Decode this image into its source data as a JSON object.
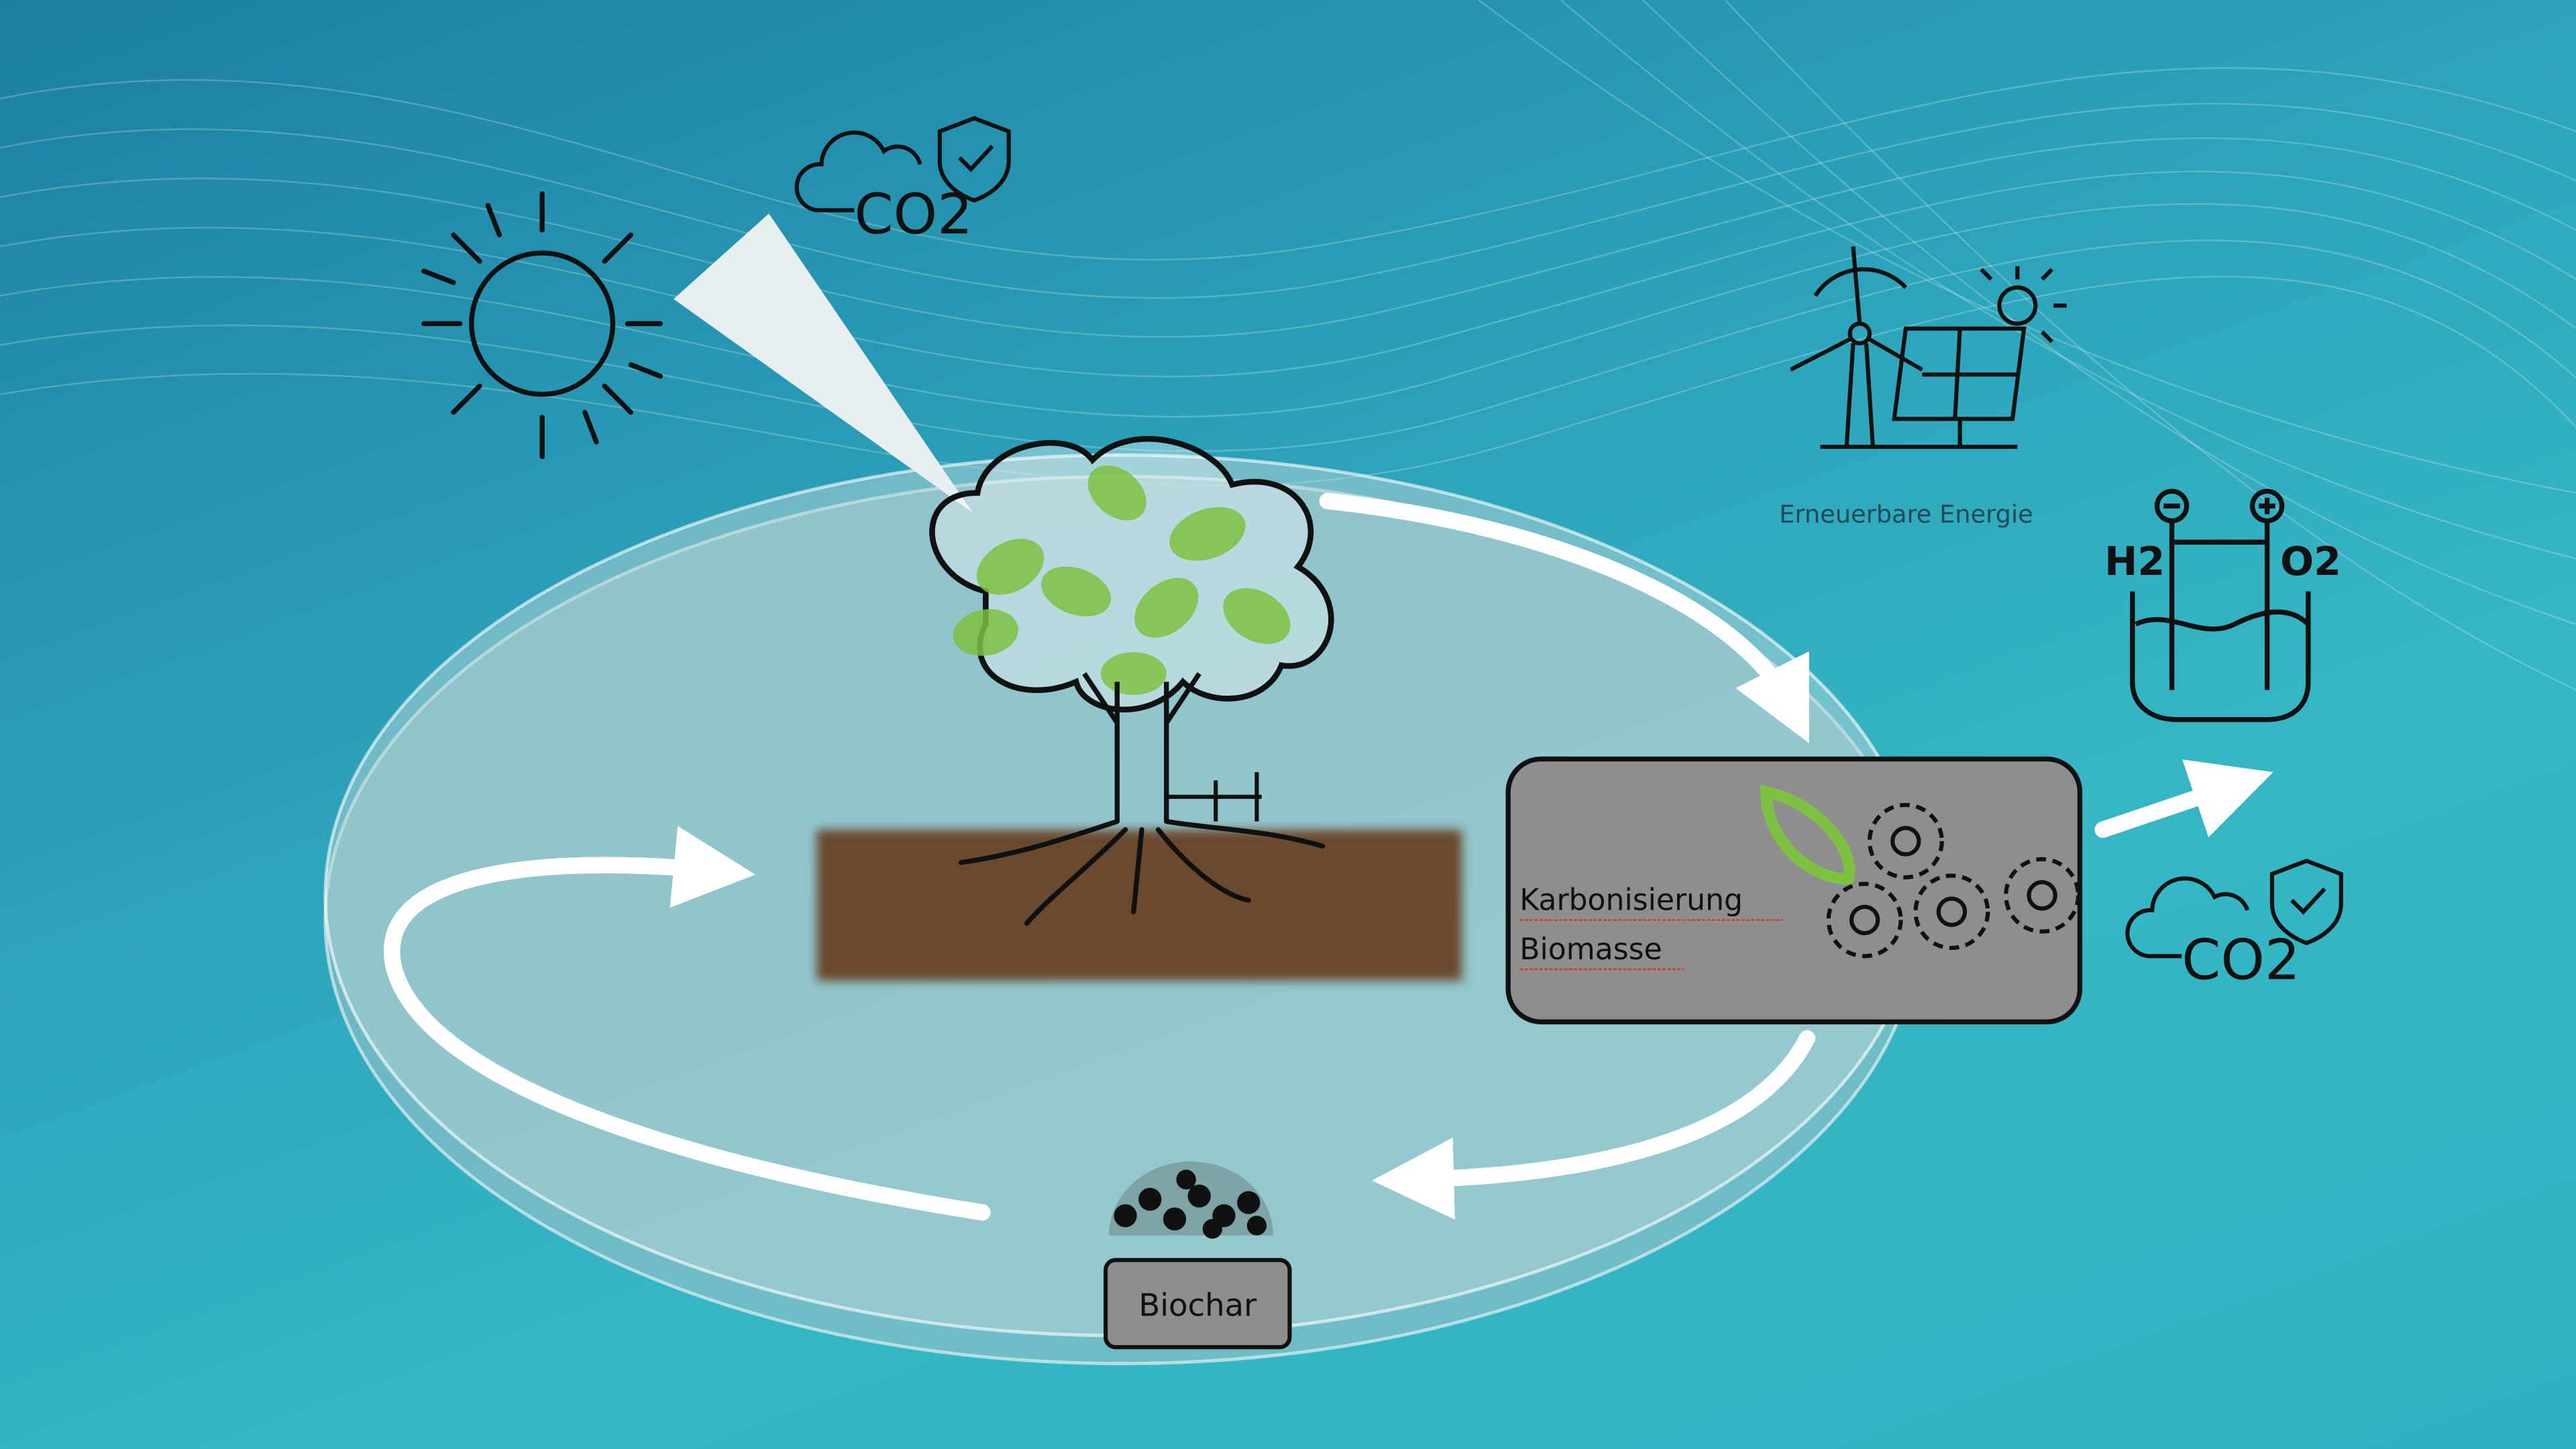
{
  "diagram": {
    "labels": {
      "carbonization_line1": "Karbonisierung",
      "carbonization_line2": "Biomasse",
      "renewable_energy": "Erneuerbare Energie",
      "biochar": "Biochar",
      "co2_top": "CO2",
      "co2_right": "CO2",
      "hydrogen": "H2",
      "oxygen": "O2"
    },
    "icons": [
      "sun-icon",
      "co2-shield-icon",
      "tree-icon",
      "soil-icon",
      "wind-turbine-icon",
      "solar-panel-icon",
      "electrolyzer-icon",
      "gears-icon",
      "leaf-icon",
      "biochar-pile-icon"
    ],
    "colors": {
      "background": "#2a9fb8",
      "leaf_green": "#7dc142",
      "process_box": "#8e8e8e",
      "soil": "#6b4a2e",
      "arrow": "#ffffff"
    }
  }
}
